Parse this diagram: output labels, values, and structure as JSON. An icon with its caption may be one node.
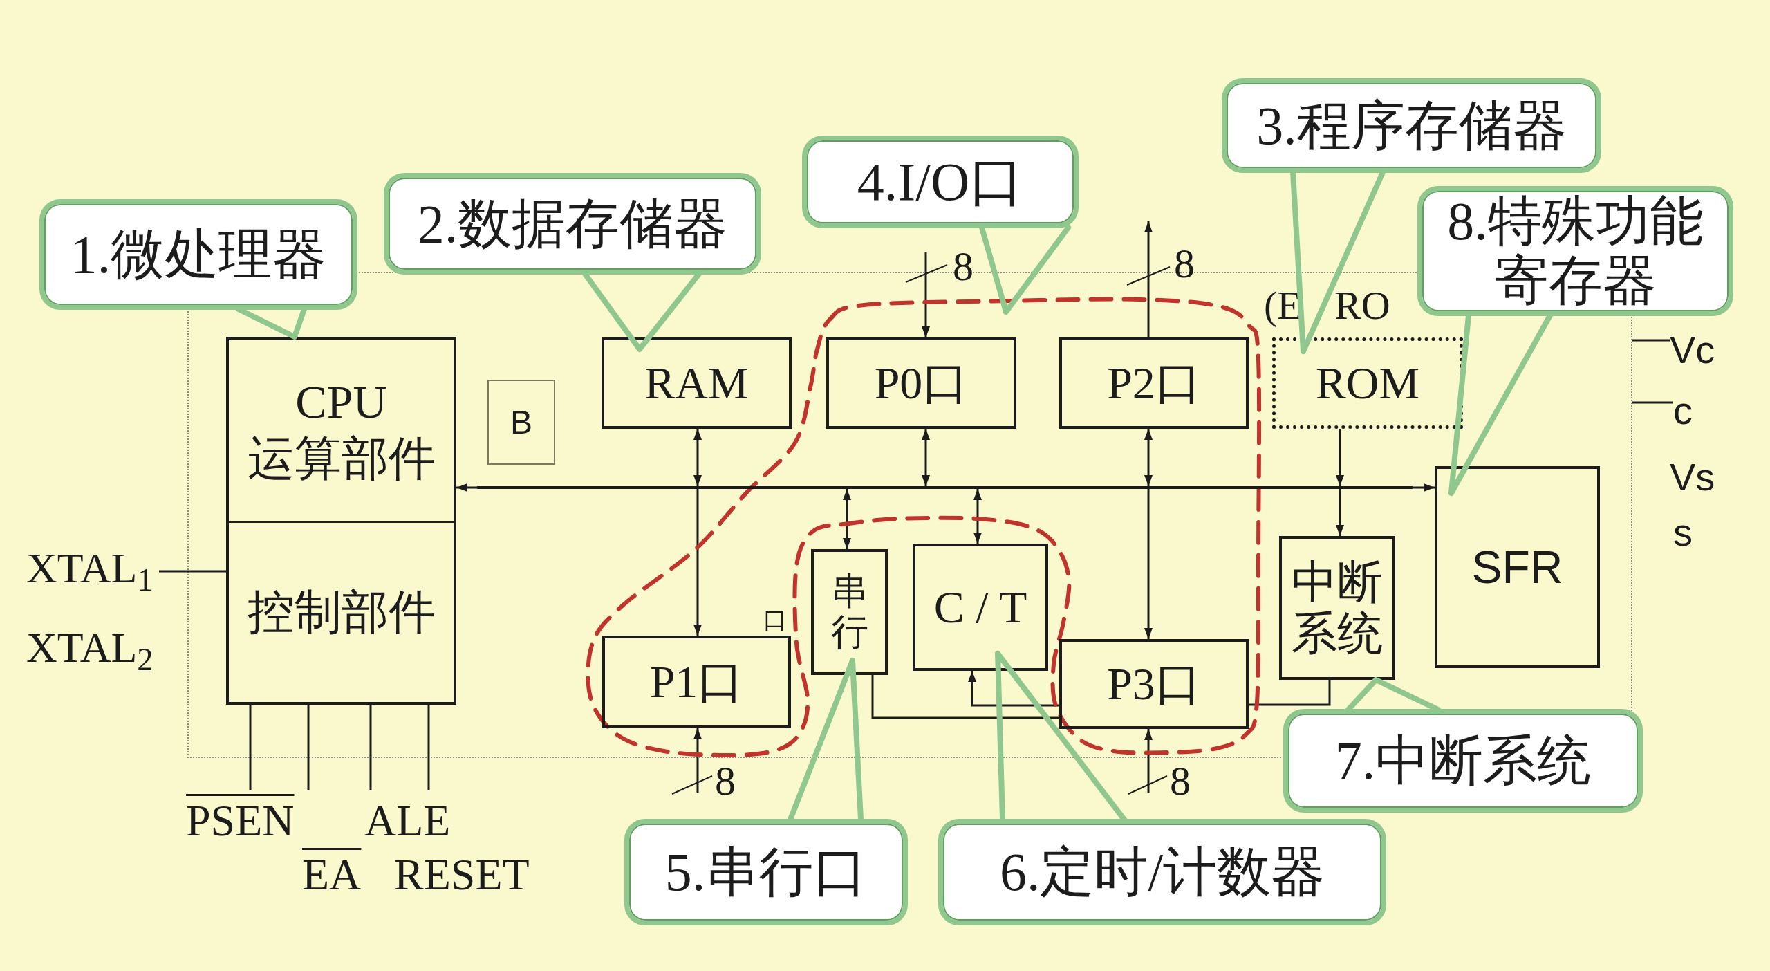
{
  "diagram": {
    "nodes": [
      {
        "text": [
          "1.微处理器"
        ]
      },
      {
        "text": [
          "2.数据存储器"
        ]
      },
      {
        "text": [
          "4.I/O口"
        ]
      },
      {
        "text": [
          "3.程序存储器"
        ]
      },
      {
        "text": [
          "8.特殊功能寄存器"
        ]
      },
      {
        "text": [
          "XTAL$_{1}$"
        ]
      },
      {
        "text": [
          "CPU 运算部件"
        ]
      },
      {
        "text": [
          "控制部件"
        ]
      },
      {
        "text": [
          "B"
        ]
      },
      {
        "text": [
          "RAM"
        ]
      },
      {
        "text": [],
        "shape": "outline"
      },
      {
        "text": [
          "P0口"
        ],
        "in": 10
      },
      {
        "text": [
          "P2口"
        ],
        "in": 10
      },
      {
        "text": [
          "ROM"
        ]
      },
      {
        "text": [
          "串行"
        ]
      },
      {
        "text": [
          "C / T"
        ]
      },
      {
        "text": [
          "SFR"
        ]
      },
      {
        "text": [
          "中断系统"
        ]
      },
      {
        "text": [
          "P1口"
        ],
        "in": 10
      },
      {
        "text": [
          "P3口"
        ],
        "in": 10
      },
      {
        "text": [
          "7.中断系统"
        ]
      },
      {
        "text": [
          "5.串行口"
        ]
      },
      {
        "text": [
          "6.定时/计数器"
        ]
      },
      {
        "text": [],
        "shape": "bar"
      },
      {
        "text": [
          "Vc"
        ]
      },
      {
        "text": [
          "c"
        ]
      }
    ],
    "edges": [
      {
        "from": 23,
        "to": 6,
        "arrow": "to"
      },
      {
        "from": 23,
        "to": 16,
        "arrow": "to"
      },
      {
        "from": 9,
        "to": 23,
        "arrow": "both"
      },
      {
        "from": 23,
        "to": 18,
        "arrow": "to"
      },
      {
        "from": 11,
        "to": 23,
        "arrow": "both"
      },
      {
        "from": 12,
        "to": 23,
        "arrow": "both"
      },
      {
        "from": 23,
        "to": 19,
        "arrow": "to"
      },
      {
        "from": 23,
        "to": 14,
        "arrow": "both"
      },
      {
        "from": 23,
        "to": 15,
        "arrow": "both"
      },
      {
        "from": 13,
        "to": 23,
        "arrow": "to"
      },
      {
        "from": 23,
        "to": 17,
        "arrow": "to"
      },
      {
        "from": null,
        "to": 11,
        "label": "8",
        "arrow": "to"
      },
      {
        "from": 12,
        "to": null,
        "label": "8",
        "arrow": "to"
      },
      {
        "from": null,
        "to": 18,
        "label": "8",
        "arrow": "to"
      },
      {
        "from": null,
        "to": 19,
        "label": "8",
        "arrow": "to"
      },
      {
        "from": 14,
        "to": 19,
        "arrow": "none"
      },
      {
        "from": 19,
        "to": 15,
        "arrow": "to"
      },
      {
        "from": 17,
        "to": 19,
        "arrow": "none"
      },
      {
        "from": 5,
        "to": 7,
        "arrow": "none"
      },
      {
        "from": 7,
        "to": null,
        "arrow": "none"
      },
      {
        "from": 7,
        "to": null,
        "arrow": "none"
      },
      {
        "from": 7,
        "to": null,
        "arrow": "none"
      },
      {
        "from": 7,
        "to": null,
        "arrow": "none"
      },
      {
        "from": null,
        "to": 24,
        "arrow": "none"
      },
      {
        "from": null,
        "to": 25,
        "arrow": "none"
      },
      {
        "from": 0,
        "to": 6,
        "arrow": "none",
        "style": "thick",
        "color": "#8fc78f"
      },
      {
        "from": 1,
        "to": 9,
        "arrow": "none",
        "style": "thick",
        "color": "#8fc78f"
      },
      {
        "from": 2,
        "to": 10,
        "arrow": "none",
        "style": "thick",
        "color": "#8fc78f"
      },
      {
        "from": 3,
        "to": 13,
        "arrow": "none",
        "style": "thick",
        "color": "#8fc78f"
      },
      {
        "from": 4,
        "to": 16,
        "arrow": "none",
        "style": "thick",
        "color": "#8fc78f"
      },
      {
        "from": 20,
        "to": 17,
        "arrow": "none",
        "style": "thick",
        "color": "#8fc78f"
      },
      {
        "from": 21,
        "to": 14,
        "arrow": "none",
        "style": "thick",
        "color": "#8fc78f"
      },
      {
        "from": 22,
        "to": 15,
        "arrow": "none",
        "style": "thick",
        "color": "#8fc78f"
      }
    ],
    "labels": [
      "(E",
      "RO",
      "Vs",
      "s",
      "口",
      "XTAL$_{2}$",
      "PSEN",
      "ALE",
      "EA",
      "RESET"
    ]
  }
}
